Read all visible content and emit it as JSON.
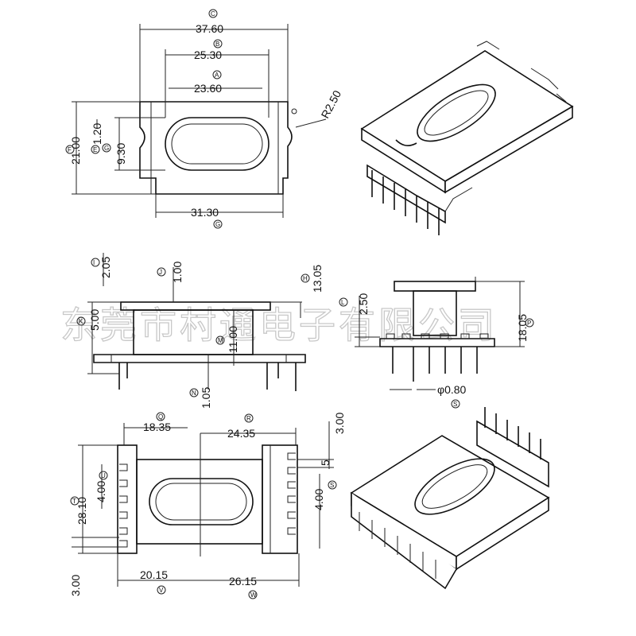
{
  "watermark": "东莞市村通电子有限公司",
  "top_view": {
    "d_c": "37.60",
    "d_b": "25.30",
    "d_a": "23.60",
    "d_f": "21.00",
    "d_e": "1.20",
    "d_g": "9.30",
    "d_radius": "R2.50",
    "d_bottom": "31.30",
    "t_c": "C",
    "t_b": "B",
    "t_a": "A",
    "t_f": "F",
    "t_e": "E",
    "t_g": "G",
    "t_bottom": "G"
  },
  "side_view": {
    "d_1": "2.05",
    "d_2": "1.00",
    "d_3": "13.05",
    "d_4": "5.00",
    "d_5": "11.00",
    "d_6": "1.05",
    "t_1": "I",
    "t_2": "J",
    "t_3": "H",
    "t_4": "K",
    "t_5": "M",
    "t_6": "N"
  },
  "end_view": {
    "d_1": "2.50",
    "d_2": "18.05",
    "d_3": "φ0.80",
    "t_1": "L",
    "t_2": "P",
    "t_3": "S"
  },
  "bottom_view": {
    "d_top_left": "18.35",
    "d_top_right": "24.35",
    "d_right_top": "3.00",
    "d_right_mid": "4.00",
    "d_right_small": "5",
    "d_left_tall": "28.10",
    "d_left_mid": "4.00",
    "d_bot_left": "20.15",
    "d_bot_right": "26.15",
    "d_left_low": "3.00",
    "t_top_left": "Q",
    "t_top_right": "R",
    "t_right_mid": "S",
    "t_left_tall": "T",
    "t_left_mid": "U",
    "t_bot_left": "V",
    "t_bot_right": "W"
  }
}
